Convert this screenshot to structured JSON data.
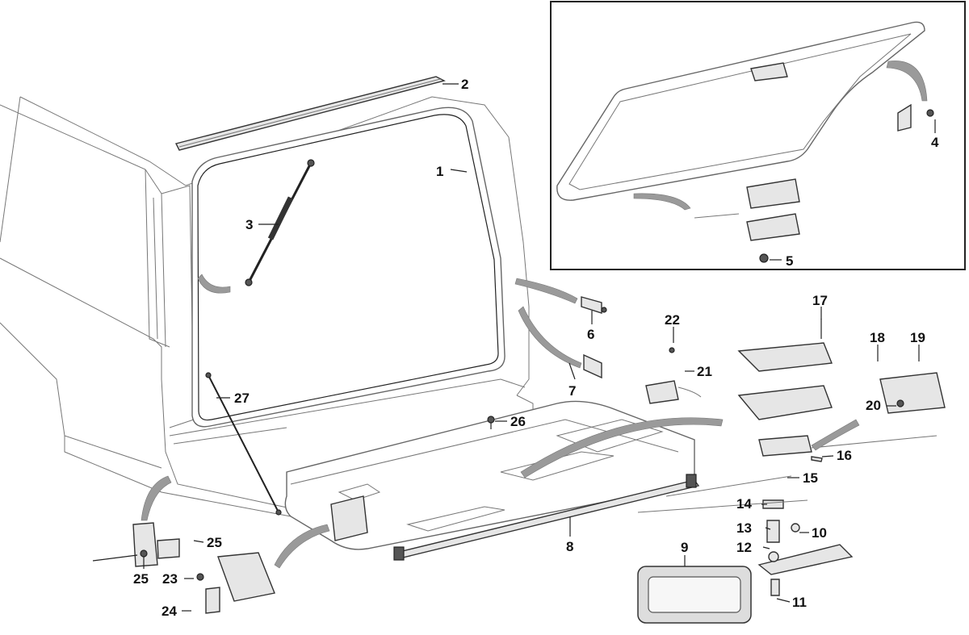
{
  "callouts": [
    "1",
    "2",
    "3",
    "4",
    "5",
    "6",
    "7",
    "8",
    "9",
    "10",
    "11",
    "12",
    "13",
    "14",
    "15",
    "16",
    "17",
    "18",
    "19",
    "20",
    "21",
    "22",
    "23",
    "24",
    "25",
    "25",
    "26",
    "27"
  ],
  "colors": {
    "line": "#222222",
    "outline": "#666666",
    "part_fill": "#e6e6e6",
    "arrow": "#9a9a9a",
    "background": "#ffffff"
  }
}
